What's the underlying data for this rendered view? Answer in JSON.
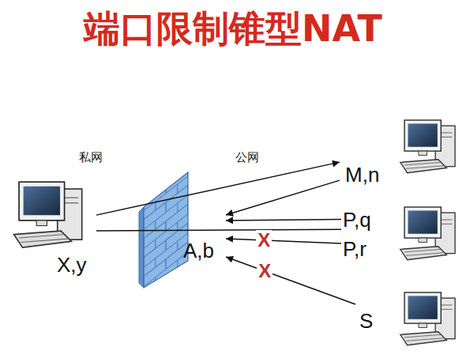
{
  "diagram": {
    "title": "端口限制锥型NAT",
    "nodes": [
      {
        "text": [
          "X,y"
        ]
      },
      {
        "text": [
          "A,b"
        ]
      },
      {
        "text": [
          "M,n"
        ]
      },
      {
        "text": [
          "P,q"
        ]
      },
      {
        "text": [
          "P,r"
        ]
      },
      {
        "text": [
          "S"
        ]
      }
    ],
    "edges": [
      {
        "from": 0,
        "to": 2,
        "arrow": "to"
      },
      {
        "from": 2,
        "to": 1,
        "arrow": "to"
      },
      {
        "from": 0,
        "to": 3,
        "arrow": "none"
      },
      {
        "from": 3,
        "to": 1,
        "arrow": "to"
      },
      {
        "from": 4,
        "to": 1,
        "label": "X",
        "arrow": "to"
      },
      {
        "from": 5,
        "to": 1,
        "label": "X",
        "arrow": "to"
      }
    ],
    "labels": [
      "私网",
      "公网"
    ]
  }
}
